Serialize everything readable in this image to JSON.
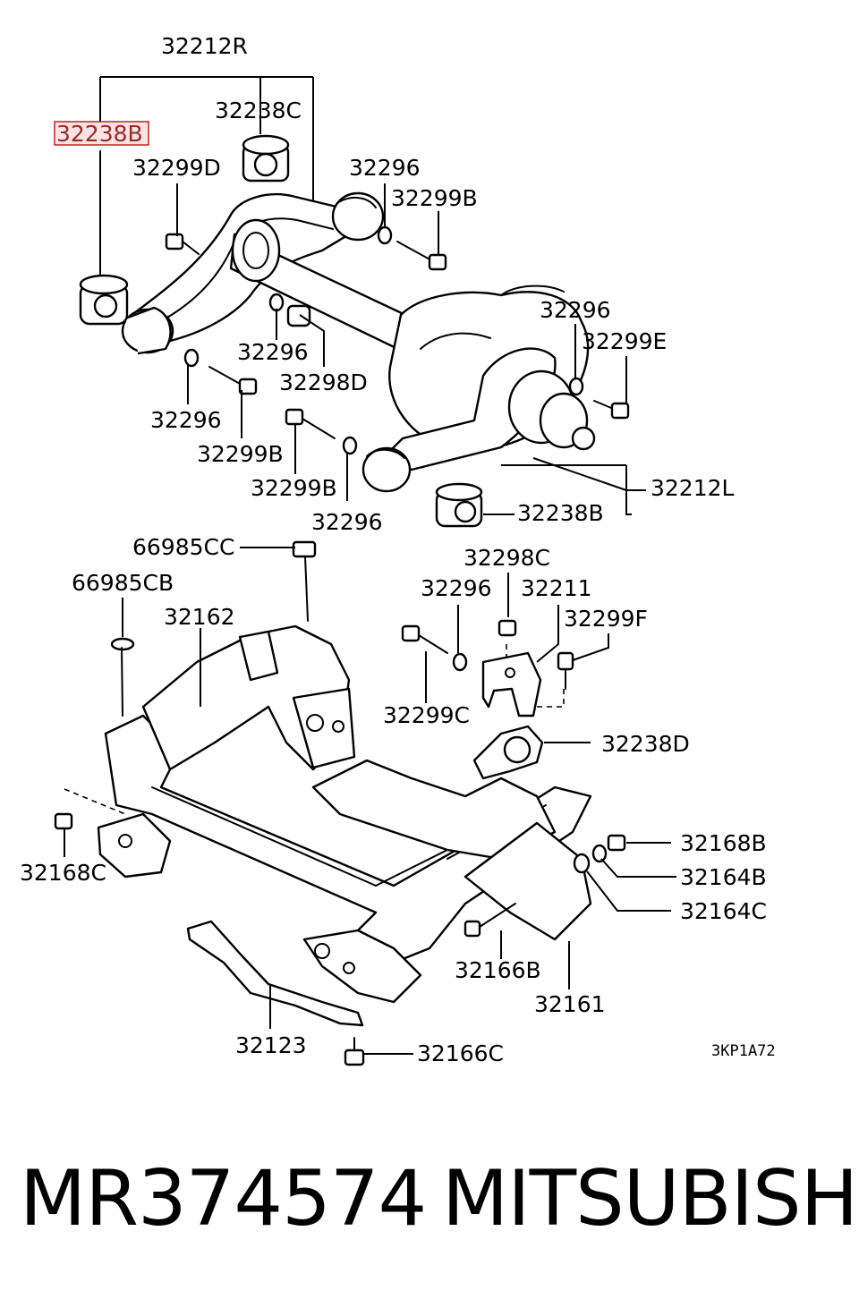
{
  "labels": {
    "l_32212R": "32212R",
    "l_32238C": "32238C",
    "l_32238B_hl": "32238B",
    "l_32299D": "32299D",
    "l_32296_a": "32296",
    "l_32299B_a": "32299B",
    "l_32296_b": "32296",
    "l_32299E": "32299E",
    "l_32296_c": "32296",
    "l_32298D": "32298D",
    "l_32296_d": "32296",
    "l_32299B_b": "32299B",
    "l_32299B_c": "32299B",
    "l_32296_e": "32296",
    "l_32212L": "32212L",
    "l_32238B": "32238B",
    "l_66985CC": "66985CC",
    "l_66985CB": "66985CB",
    "l_32298C": "32298C",
    "l_32296_f": "32296",
    "l_32211": "32211",
    "l_32162": "32162",
    "l_32299F": "32299F",
    "l_32299C": "32299C",
    "l_32238D": "32238D",
    "l_32168B": "32168B",
    "l_32164B": "32164B",
    "l_32168C": "32168C",
    "l_32164C": "32164C",
    "l_32166B": "32166B",
    "l_32161": "32161",
    "l_32123": "32123",
    "l_32166C": "32166C",
    "l_code": "3KP1A72"
  },
  "caption": {
    "part_number": "MR374574",
    "brand": "MITSUBISHI"
  },
  "highlight_color": "#c42020"
}
